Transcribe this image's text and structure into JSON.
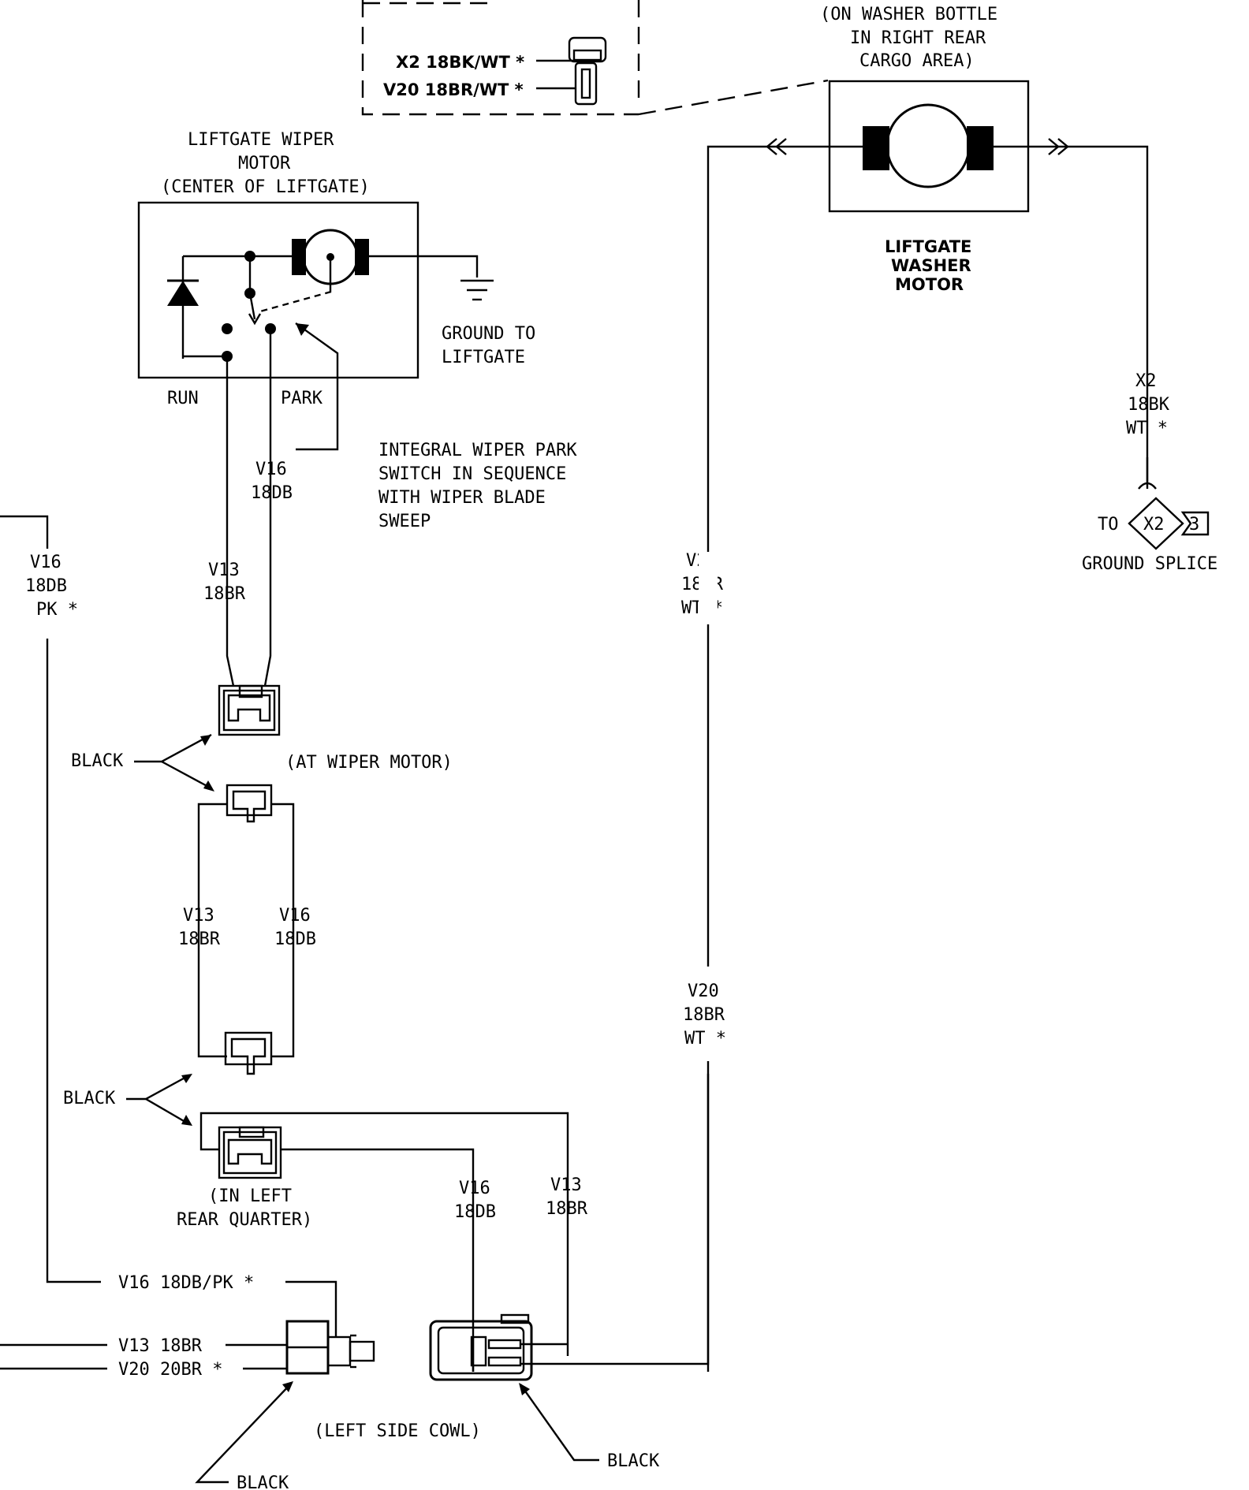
{
  "labels": {
    "washer_loc_1": "(ON WASHER BOTTLE",
    "washer_loc_2": "IN RIGHT REAR",
    "washer_loc_3": "CARGO AREA)",
    "inset_x2": "X2  18BK/WT *",
    "inset_v20": "V20  18BR/WT  *",
    "wiper_motor_1": "LIFTGATE WIPER",
    "wiper_motor_2": "MOTOR",
    "wiper_motor_3": "(CENTER OF LIFTGATE)",
    "ground_1": "GROUND TO",
    "ground_2": "LIFTGATE",
    "run": "RUN",
    "park": "PARK",
    "park_switch_1": "INTEGRAL WIPER PARK",
    "park_switch_2": "SWITCH IN SEQUENCE",
    "park_switch_3": "WITH WIPER BLADE",
    "park_switch_4": "SWEEP",
    "washer_motor_1": "LIFTGATE",
    "washer_motor_2": "WASHER",
    "washer_motor_3": "MOTOR",
    "x2_a": "X2",
    "x2_b": "18BK",
    "x2_c": "WT *",
    "to": "TO",
    "splice_id": "X2",
    "splice_num": "3",
    "ground_splice": "GROUND SPLICE",
    "v16_top_a": "V16",
    "v16_top_b": "18DB",
    "v13_top_a": "V13",
    "v13_top_b": "18BR",
    "v16_left_a": "V16",
    "v16_left_b": "18DB",
    "v16_left_c": "PK *",
    "v20_a1": "V20",
    "v20_a2": "18BR",
    "v20_a3": "WT *",
    "v20_b1": "V20",
    "v20_b2": "18BR",
    "v20_b3": "WT *",
    "black_1": "BLACK",
    "at_wiper_motor": "(AT WIPER MOTOR)",
    "v13_mid_a": "V13",
    "v13_mid_b": "18BR",
    "v16_mid_a": "V16",
    "v16_mid_b": "18DB",
    "black_2": "BLACK",
    "left_rear_1": "(IN LEFT",
    "left_rear_2": "REAR QUARTER)",
    "v16_low_a": "V16",
    "v16_low_b": "18DB",
    "v13_low_a": "V13",
    "v13_low_b": "18BR",
    "v16_bus": "V16  18DB/PK *",
    "v13_bus": "V13  18BR",
    "v20_bus": "V20  20BR *",
    "left_cowl": "(LEFT SIDE COWL)",
    "black_3": "BLACK",
    "black_4": "BLACK"
  }
}
